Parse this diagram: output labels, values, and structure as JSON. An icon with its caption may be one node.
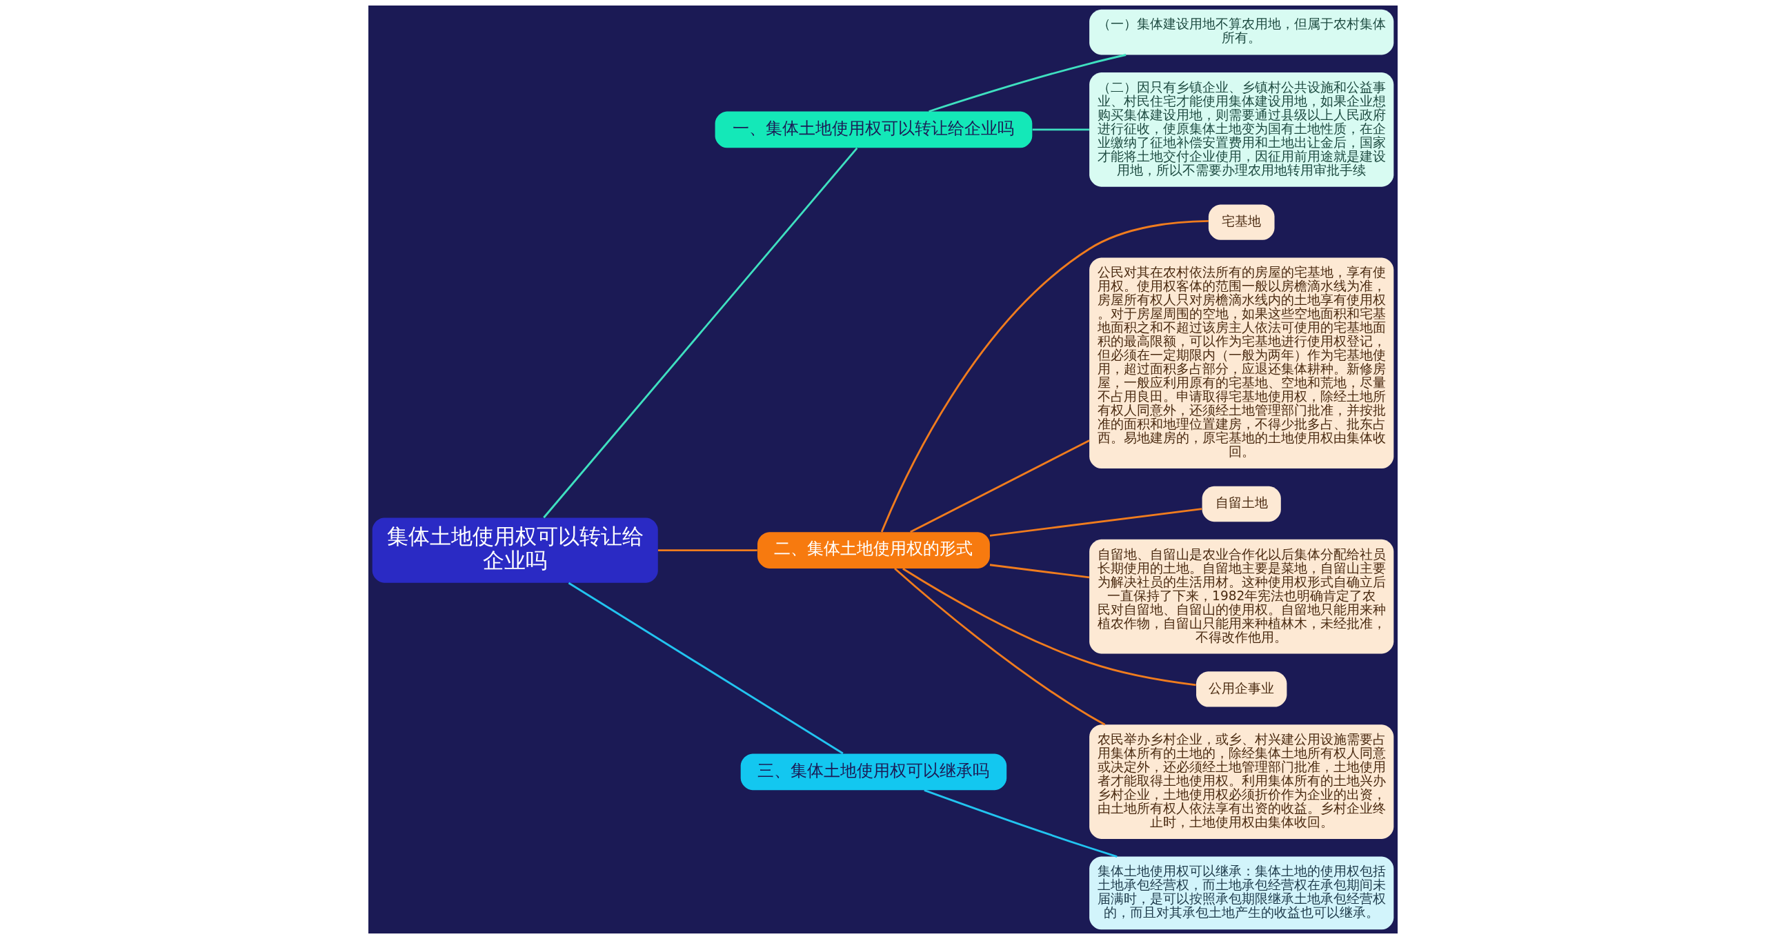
{
  "diagram": {
    "nodes": [
      {
        "text": [
          "集体土地使用权可以转让给企业吗"
        ]
      },
      {
        "text": [
          "一、集体土地使用权可以转让给企业吗"
        ]
      },
      {
        "text": [
          "（一）集体建设用地不算农用地，但属于农村集体所有。"
        ]
      },
      {
        "text": [
          "（二）因只有乡镇企业、乡镇村公共设施和公益事业、村民住宅才能使用集体建设用地，如果企业想购买集体建设用地，则需要通过县级以上人民政府进行征收，使原集体土地变为国有土地性质，在企业缴纳了征地补偿安置费用和土地出让金后，国家才能将土地交付企业使用，因征用前用途就是建设用地，所以不需要办理农用地转用审批手续"
        ]
      },
      {
        "text": [
          "二、集体土地使用权的形式"
        ]
      },
      {
        "text": [
          "宅基地"
        ]
      },
      {
        "text": [
          "公民对其在农村依法所有的房屋的宅基地，享有使用权。使用权客体的范围一般以房檐滴水线为准，房屋所有权人只对房檐滴水线内的土地享有使用权。对于房屋周围的空地，如果这些空地面积和宅基地面积之和不超过该房主人依法可使用的宅基地面积的最高限额，可以作为宅基地进行使用权登记，但必须在一定期限内（一般为两年）作为宅基地使用，超过面积多占部分，应退还集体耕种。新修房屋，一般应利用原有的宅基地、空地和荒地，尽量不占用良田。申请取得宅基地使用权，除经土地所有权人同意外，还须经土地管理部门批准，并按批准的面积和地理位置建房，不得少批多占、批东占西。易地建房的，原宅基地的土地使用权由集体收回。"
        ]
      },
      {
        "text": [
          "自留土地"
        ]
      },
      {
        "text": [
          "自留地、自留山是农业合作化以后集体分配给社员长期使用的土地。自留地主要是菜地，自留山主要为解决社员的生活用材。这种使用权形式自确立后一直保持了下来，1982年宪法也明确肯定了农民对自留地、自留山的使用权。自留地只能用来种植农作物，自留山只能用来种植林木，未经批准，不得改作他用。"
        ]
      },
      {
        "text": [
          "公用企事业"
        ]
      },
      {
        "text": [
          "农民举办乡村企业，或乡、村兴建公用设施需要占用集体所有的土地的，除经集体土地所有权人同意或决定外，还必须经土地管理部门批准，土地使用者才能取得土地使用权。利用集体所有的土地兴办乡村企业，土地使用权必须折价作为企业的出资，由土地所有权人依法享有出资的收益。乡村企业终止时，土地使用权由集体收回。"
        ]
      },
      {
        "text": [
          "三、集体土地使用权可以继承吗"
        ]
      },
      {
        "text": [
          "集体土地使用权可以继承：集体土地的使用权包括土地承包经营权，而土地承包经营权在承包期间未届满时，是可以按照承包期限继承土地承包经营权的，而且对其承包土地产生的收益也可以继承。"
        ]
      }
    ],
    "edges": [
      {
        "from": 0,
        "to": 1,
        "arrow": "none",
        "color": "#3fe0c0"
      },
      {
        "from": 1,
        "to": 2,
        "arrow": "none",
        "color": "#3fe0c0"
      },
      {
        "from": 1,
        "to": 3,
        "arrow": "none",
        "color": "#3fe0c0"
      },
      {
        "from": 0,
        "to": 4,
        "arrow": "none"
      },
      {
        "from": 4,
        "to": 5,
        "arrow": "none"
      },
      {
        "from": 4,
        "to": 6,
        "arrow": "none"
      },
      {
        "from": 4,
        "to": 7,
        "arrow": "none"
      },
      {
        "from": 4,
        "to": 8,
        "arrow": "none"
      },
      {
        "from": 4,
        "to": 9,
        "arrow": "none"
      },
      {
        "from": 4,
        "to": 10,
        "arrow": "none"
      },
      {
        "from": 0,
        "to": 11,
        "arrow": "none",
        "color": "#22c4f0"
      },
      {
        "from": 11,
        "to": 12,
        "arrow": "none",
        "color": "#22c4f0"
      }
    ]
  }
}
